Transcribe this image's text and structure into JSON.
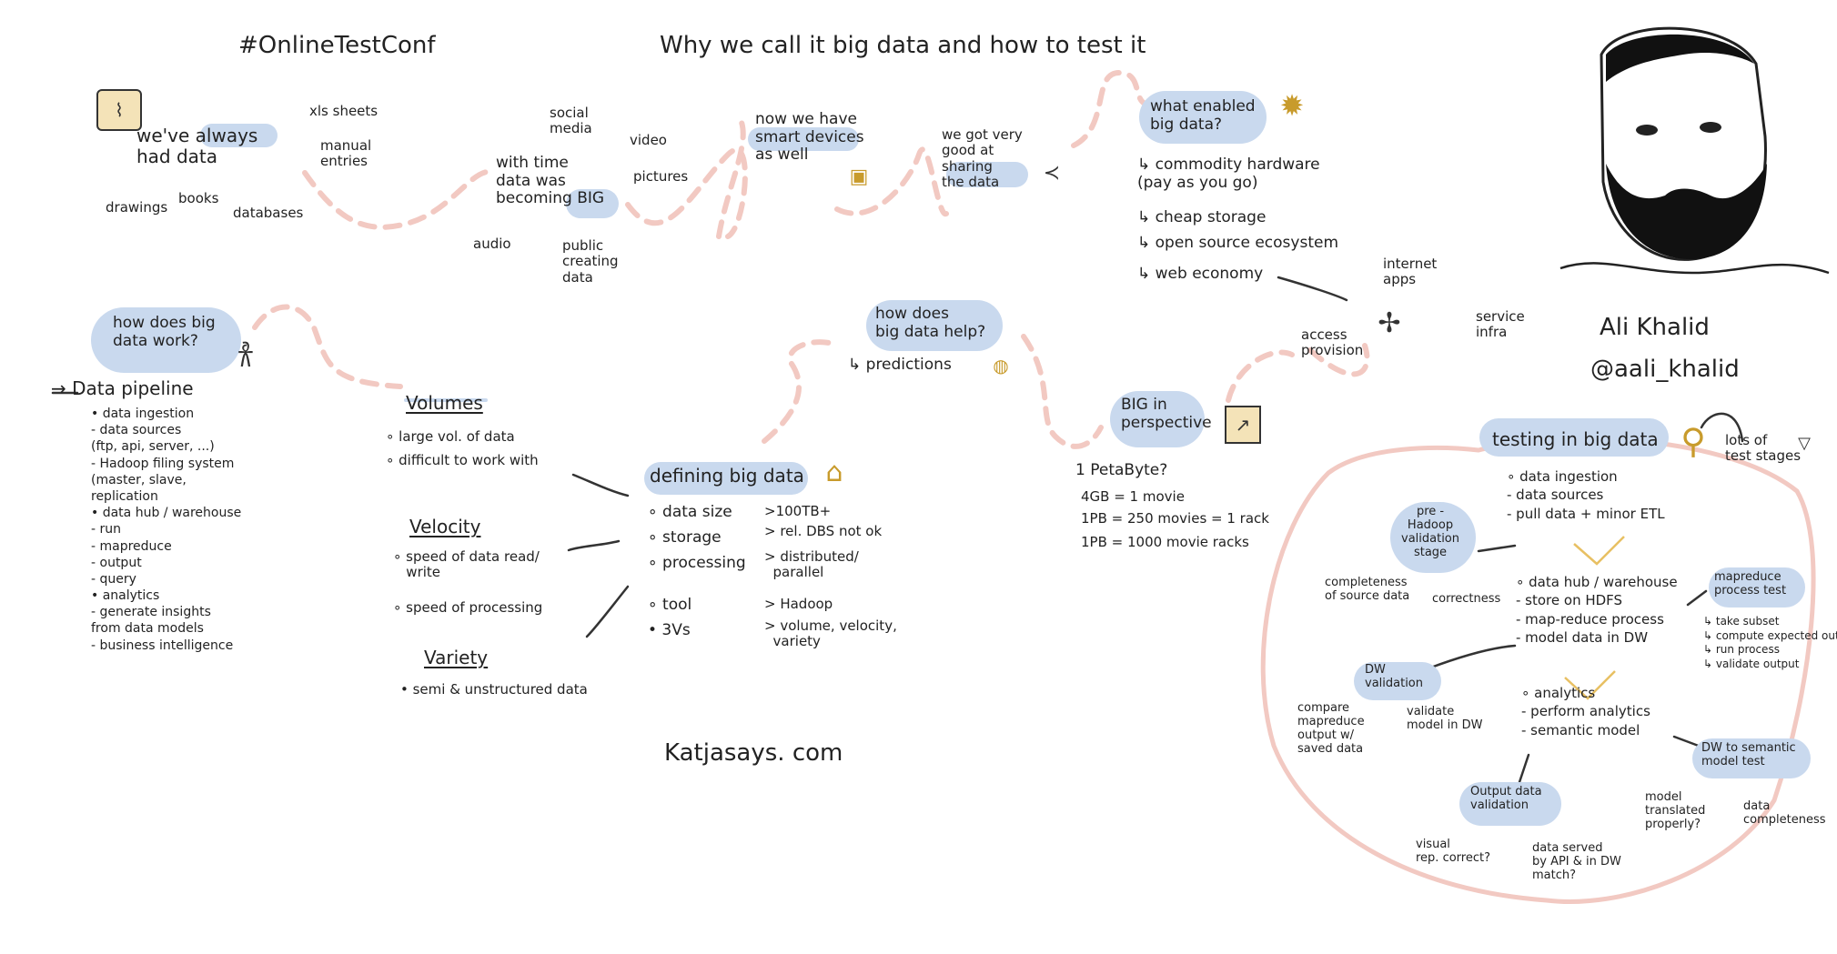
{
  "header": {
    "hashtag": "#OnlineTestConf",
    "title": "Why we call it big data and how to test it",
    "footer": "Katjasays. com"
  },
  "speaker": {
    "name": "Ali Khalid",
    "handle": "@aali_khalid"
  },
  "history": {
    "always_had": "we've always\nhad data",
    "examples": [
      "xls sheets",
      "manual\nentries",
      "drawings",
      "books",
      "databases"
    ],
    "big": "with time\ndata was\nbecoming BIG",
    "big_sources": [
      "social\nmedia",
      "video",
      "pictures",
      "audio",
      "public\ncreating\ndata"
    ],
    "smart": "now we have\nsmart devices\nas well",
    "sharing": "we got very\ngood at\nsharing\nthe data"
  },
  "enabled": {
    "title": "what enabled\nbig data?",
    "items": [
      "↳ commodity hardware\n(pay as you go)",
      "↳ cheap storage",
      "↳ open source ecosystem",
      "↳ web economy"
    ],
    "sub": [
      "internet\napps",
      "access\nprovision",
      "service\ninfra"
    ]
  },
  "how_work": {
    "title": "how does big\ndata work?",
    "pipeline": "→ Data pipeline",
    "items": [
      "• data ingestion",
      "  - data sources",
      "    (ftp, api, server, ...)",
      "  - Hadoop filing system",
      "    (master, slave,",
      "     replication",
      "• data hub / warehouse",
      "  - run",
      "  - mapreduce",
      "  - output",
      "  - query",
      "• analytics",
      "  - generate insights",
      "    from data models",
      "  - business intelligence"
    ]
  },
  "vs": {
    "volumes": {
      "title": "Volumes",
      "items": [
        "∘ large vol. of data",
        "∘ difficult to work with"
      ]
    },
    "velocity": {
      "title": "Velocity",
      "items": [
        "∘ speed of data read/\n   write",
        "∘ speed of processing"
      ]
    },
    "variety": {
      "title": "Variety",
      "items": [
        "• semi & unstructured data"
      ]
    }
  },
  "defining": {
    "title": "defining big data",
    "left": [
      "∘ data size",
      "∘ storage",
      "∘ processing",
      "∘ tool",
      "• 3Vs"
    ],
    "right": [
      ">100TB+",
      "> rel. DBS not ok",
      "> distributed/\n  parallel",
      "> Hadoop",
      "> volume, velocity,\n  variety"
    ]
  },
  "helps": {
    "title": "how does\nbig data help?",
    "item": "↳ predictions"
  },
  "perspective": {
    "title": "BIG in\nperspective",
    "items": [
      "1 PetaByte?",
      "4GB = 1 movie",
      "1PB = 250 movies = 1 rack",
      "1PB = 1000 movie racks"
    ]
  },
  "testing": {
    "title": "testing in big data",
    "stages": "lots of\ntest stages",
    "ingestion": [
      "∘ data ingestion",
      "- data sources",
      "- pull data + minor ETL"
    ],
    "hub": [
      "∘ data hub / warehouse",
      "- store on HDFS",
      "- map-reduce process",
      "- model data in DW"
    ],
    "analytics": [
      "∘ analytics",
      "- perform analytics",
      "- semantic model"
    ],
    "prehadoop": "pre -\nHadoop\nvalidation\nstage",
    "prehadoop_sub": [
      "completeness\nof source data",
      "correctness"
    ],
    "mapreduce": "mapreduce\nprocess test",
    "mapreduce_sub": [
      "↳ take subset",
      "↳ compute expected\n   output",
      "↳ run process",
      "↳ validate output"
    ],
    "dw": "DW\nvalidation",
    "dw_sub": [
      "compare\nmapreduce\noutput w/\nsaved data",
      "validate\nmodel in DW"
    ],
    "semantic": "DW to semantic\nmodel test",
    "semantic_sub": [
      "model\ntranslated\nproperly?",
      "data\ncompleteness"
    ],
    "output": "Output data\nvalidation",
    "output_sub": [
      "visual\nrep. correct?",
      "data served\nby API & in DW\nmatch?"
    ]
  },
  "colors": {
    "highlight": "#c9d9ee",
    "path": "#f2c9c2",
    "accent": "#e8c063",
    "ink": "#222222"
  }
}
